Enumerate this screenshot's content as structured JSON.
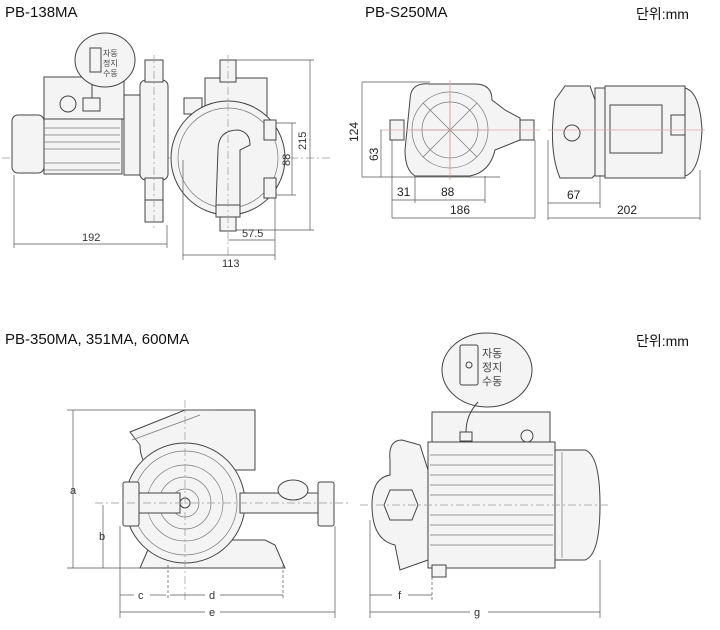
{
  "models": {
    "pb138": {
      "title": "PB-138MA",
      "switch_labels": [
        "자동",
        "정지",
        "수동"
      ],
      "dims": {
        "length": "192",
        "height": "215",
        "inlet_outlet": "88",
        "half_width": "57.5",
        "width": "113"
      }
    },
    "pbs250": {
      "title": "PB-S250MA",
      "unit": "단위:mm",
      "dims": {
        "height": "124",
        "center_height": "63",
        "foot_offset": "31",
        "foot_span": "88",
        "width": "186",
        "side_offset": "67",
        "length": "202"
      }
    },
    "pb350": {
      "title": "PB-350MA, 351MA, 600MA",
      "unit": "단위:mm",
      "switch_labels": [
        "자동",
        "정지",
        "수동"
      ],
      "dims": {
        "a": "a",
        "b": "b",
        "c": "c",
        "d": "d",
        "e": "e",
        "f": "f",
        "g": "g"
      }
    }
  }
}
